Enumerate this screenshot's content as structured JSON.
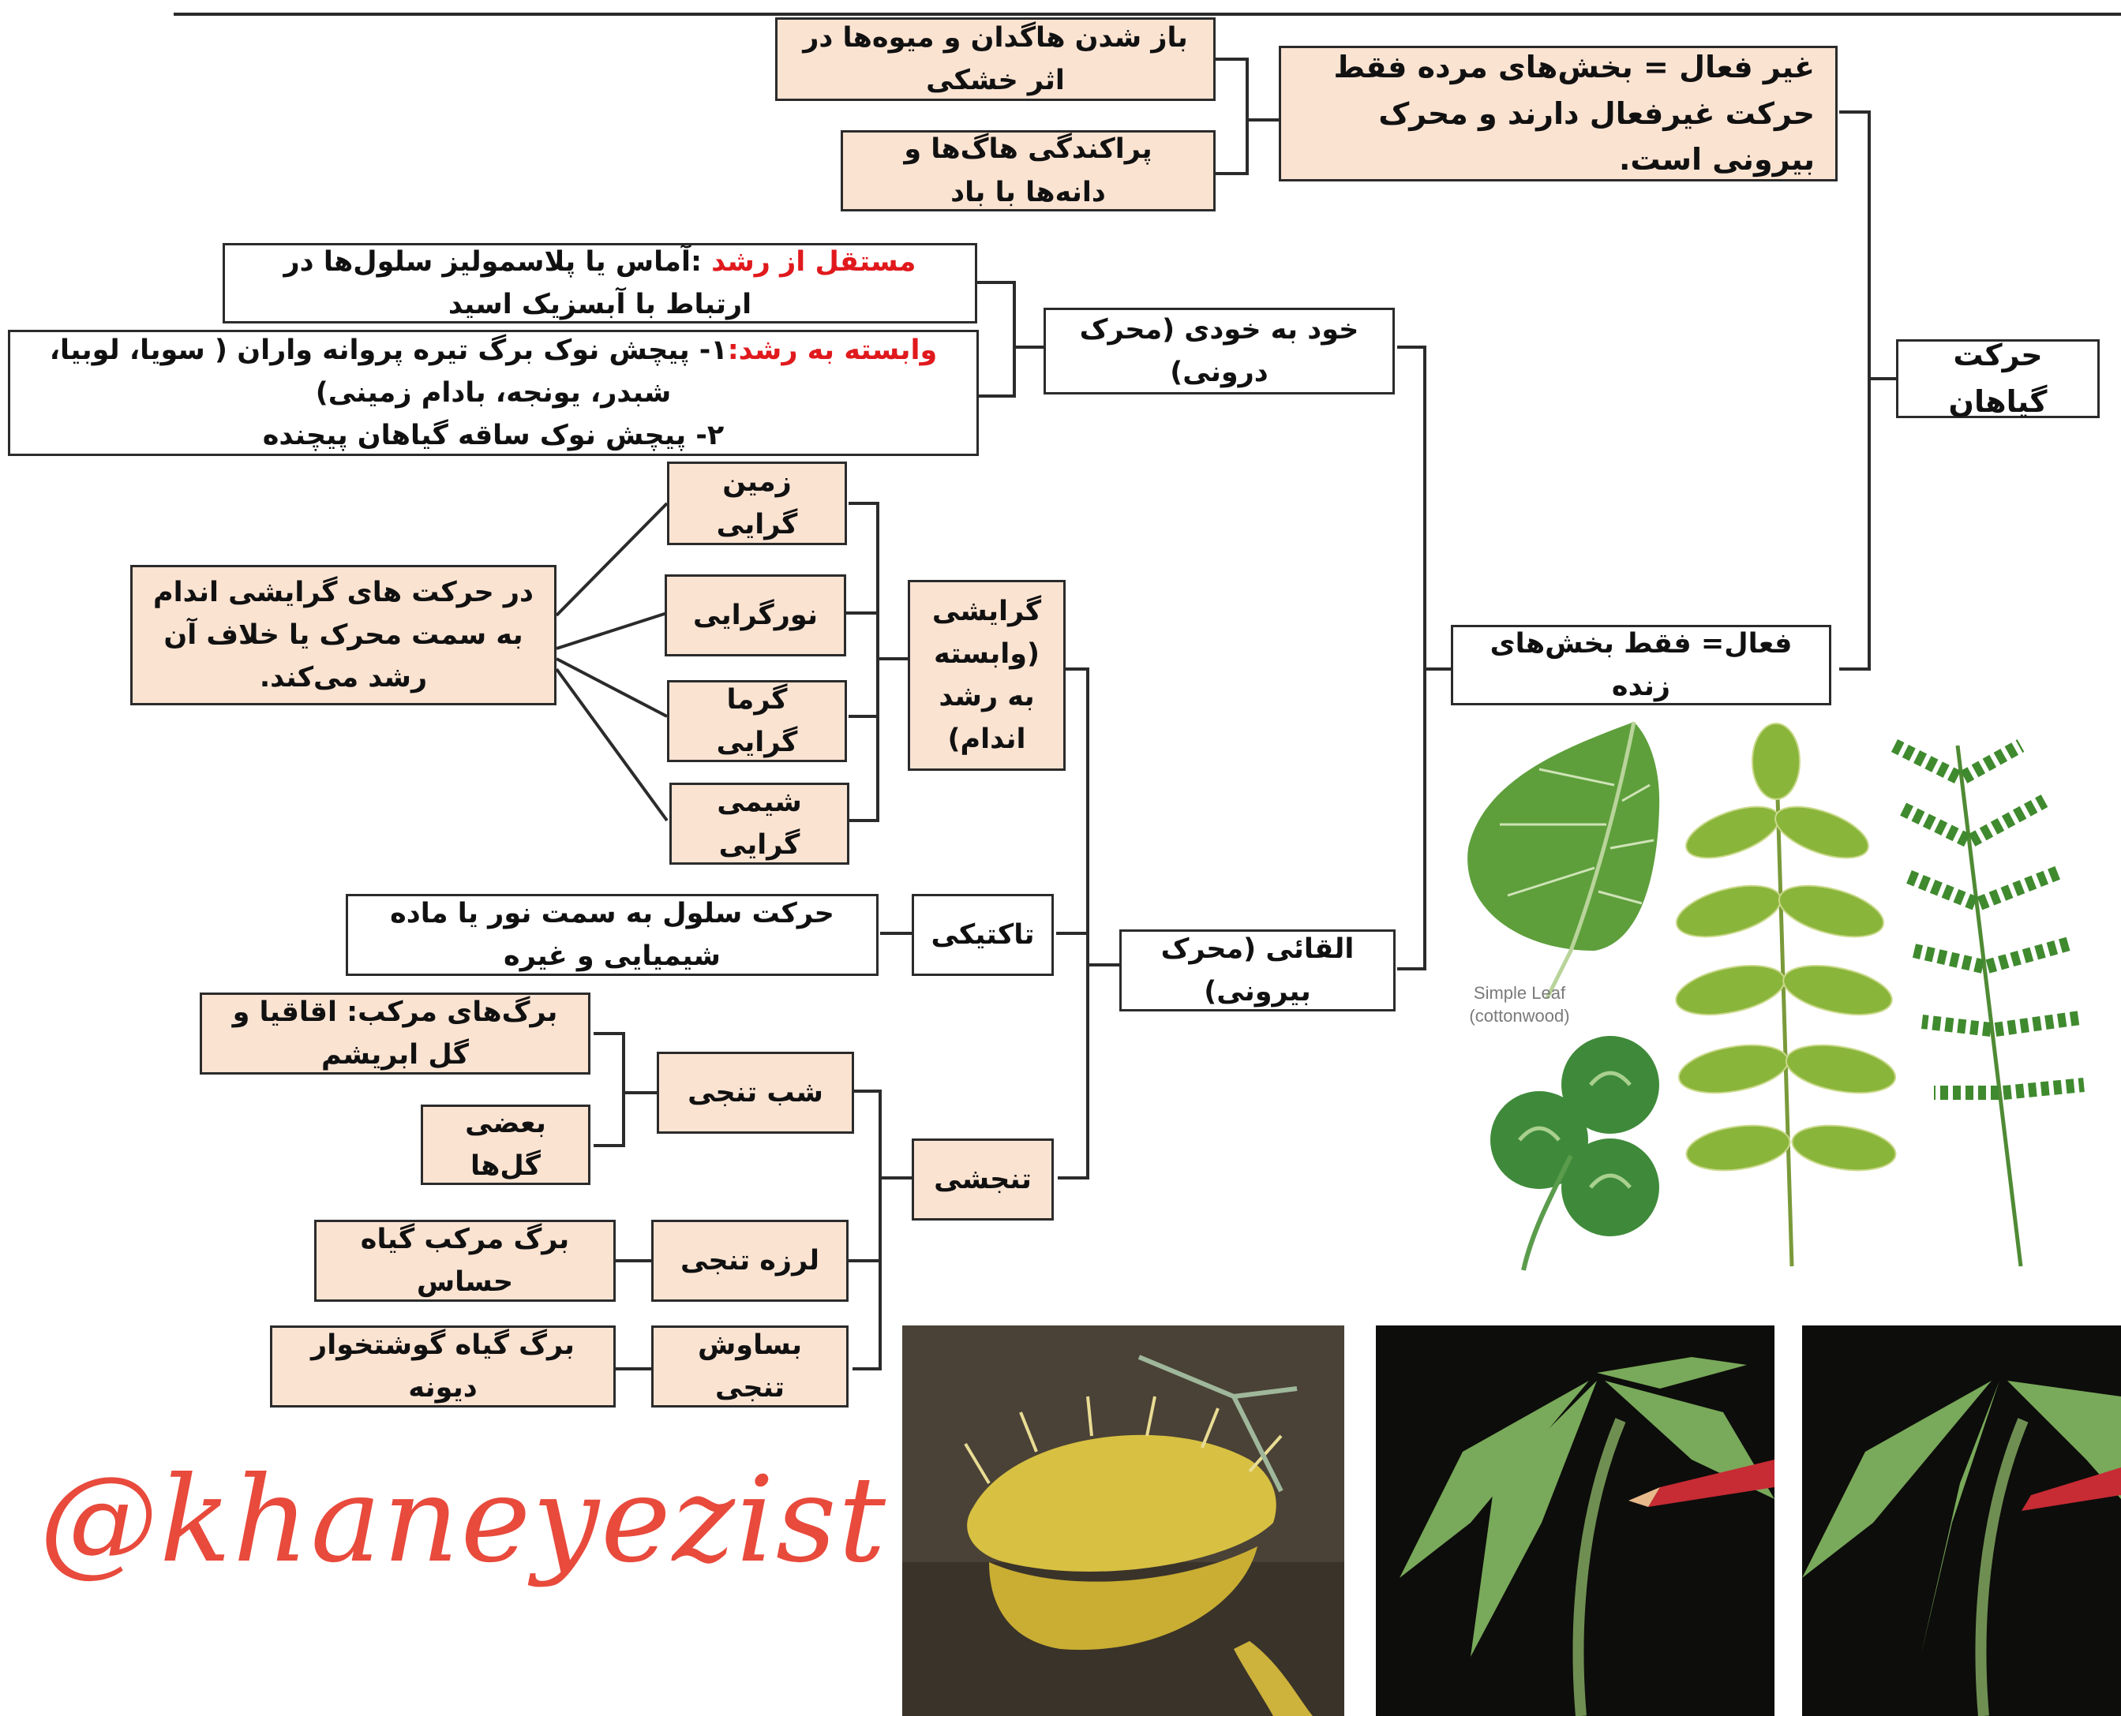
{
  "root": "حرکت گیاهان",
  "inactive": {
    "label": "غیر فعال = بخش‌های مرده فقط حرکت غیرفعال دارند و محرک بیرونی است.",
    "examples": [
      "باز شدن هاگدان و میوه‌ها در اثر خشکی",
      "پراکندگی هاگ‌ها و دانه‌ها با باد"
    ]
  },
  "active": {
    "label": "فعال= فقط بخش‌های زنده",
    "spontaneous": {
      "label": "خود به خودی (محرک درونی)",
      "independent_title": "مستقل از رشد",
      "independent_text": ":آماس یا پلاسمولیز سلول‌ها در ارتباط با آبسزیک اسید",
      "dependent_title": "وابسته به رشد:",
      "dependent_line1": "۱- پیچش نوک برگ تیره پروانه واران ( سویا، لوبیا، شبدر، یونجه، بادام زمینی)",
      "dependent_line2": "۲- پیچش نوک ساقه گیاهان پیچنده"
    },
    "induced": {
      "label": "القائی (محرک بیرونی)",
      "tropism": {
        "label": "گرایشی (وابسته به رشد اندام)",
        "types": [
          "زمین گرایی",
          "نورگرایی",
          "گرما گرایی",
          "شیمی گرایی"
        ],
        "note": "در حرکت های گرایشی اندام به سمت محرک یا خلاف آن رشد می‌کند."
      },
      "taxis": {
        "label": "تاکتیکی",
        "note": "حرکت سلول به سمت نور یا ماده شیمیایی و غیره"
      },
      "nasty": {
        "label": "تنجشی",
        "night": {
          "label": "شب تنجی",
          "examples": [
            "برگ‌های مرکب: اقاقیا و گل ابریشم",
            "بعضی گل‌ها"
          ]
        },
        "tremor": {
          "label": "لرزه تنجی",
          "example": "برگ مرکب گیاه حساس"
        },
        "touch": {
          "label": "بساوش تنجی",
          "example": "برگ گیاه گوشتخوار دیونه"
        }
      }
    }
  },
  "leaf_caption": "Simple Leaf (cottonwood)",
  "watermark": "@khaneyezist",
  "colors": {
    "box_fill": "#fbe3d2",
    "border": "#2b2b2b",
    "highlight": "#e0191d",
    "watermark": "#e84a3c"
  }
}
